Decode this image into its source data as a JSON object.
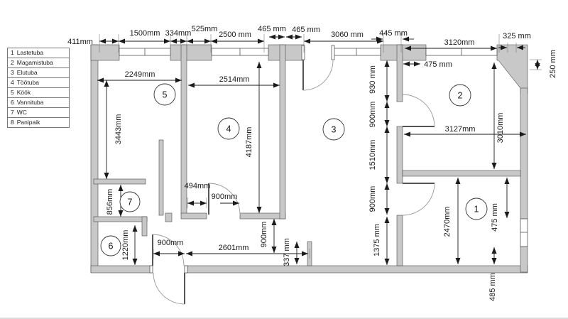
{
  "colors": {
    "wall_fill": "#c8c8c8",
    "line": "#1a1a1a",
    "background": "#ffffff"
  },
  "legend": {
    "items": [
      {
        "num": "1",
        "name": "Lastetuba"
      },
      {
        "num": "2",
        "name": "Magamistuba"
      },
      {
        "num": "3",
        "name": "Elutuba"
      },
      {
        "num": "4",
        "name": "Töötuba"
      },
      {
        "num": "5",
        "name": "Köök"
      },
      {
        "num": "6",
        "name": "Vannituba"
      },
      {
        "num": "7",
        "name": "WC"
      },
      {
        "num": "8",
        "name": "Panipaik"
      }
    ]
  },
  "rooms": {
    "r1": "1",
    "r2": "2",
    "r3": "3",
    "r4": "4",
    "r5": "5",
    "r6": "6",
    "r7": "7"
  },
  "dims": {
    "d411": "411mm",
    "d1500": "1500mm",
    "d334": "334mm",
    "d525": "525mm",
    "d2500": "2500 mm",
    "d465a": "465 mm",
    "d465b": "465 mm",
    "d3060": "3060 mm",
    "d445": "445 mm",
    "d3120": "3120mm",
    "d325": "325 mm",
    "d250": "250 mm",
    "d475top": "475 mm",
    "d2249": "2249mm",
    "d2514": "2514mm",
    "d3443": "3443mm",
    "d4187": "4187mm",
    "d930": "930 mm",
    "d900a": "900mm",
    "d1510": "1510mm",
    "d900b": "900mm",
    "d1375": "1375 mm",
    "d3127": "3127mm",
    "d3010": "3010mm",
    "d2470": "2470mm",
    "d475r": "475 mm",
    "d485": "485 mm",
    "d494": "494mm",
    "d900c": "900mm",
    "d900d": "900mm",
    "d337": "337 mm",
    "d2601": "2601mm",
    "d900e": "900mm",
    "d856": "856mm",
    "d1220": "1220mm"
  }
}
